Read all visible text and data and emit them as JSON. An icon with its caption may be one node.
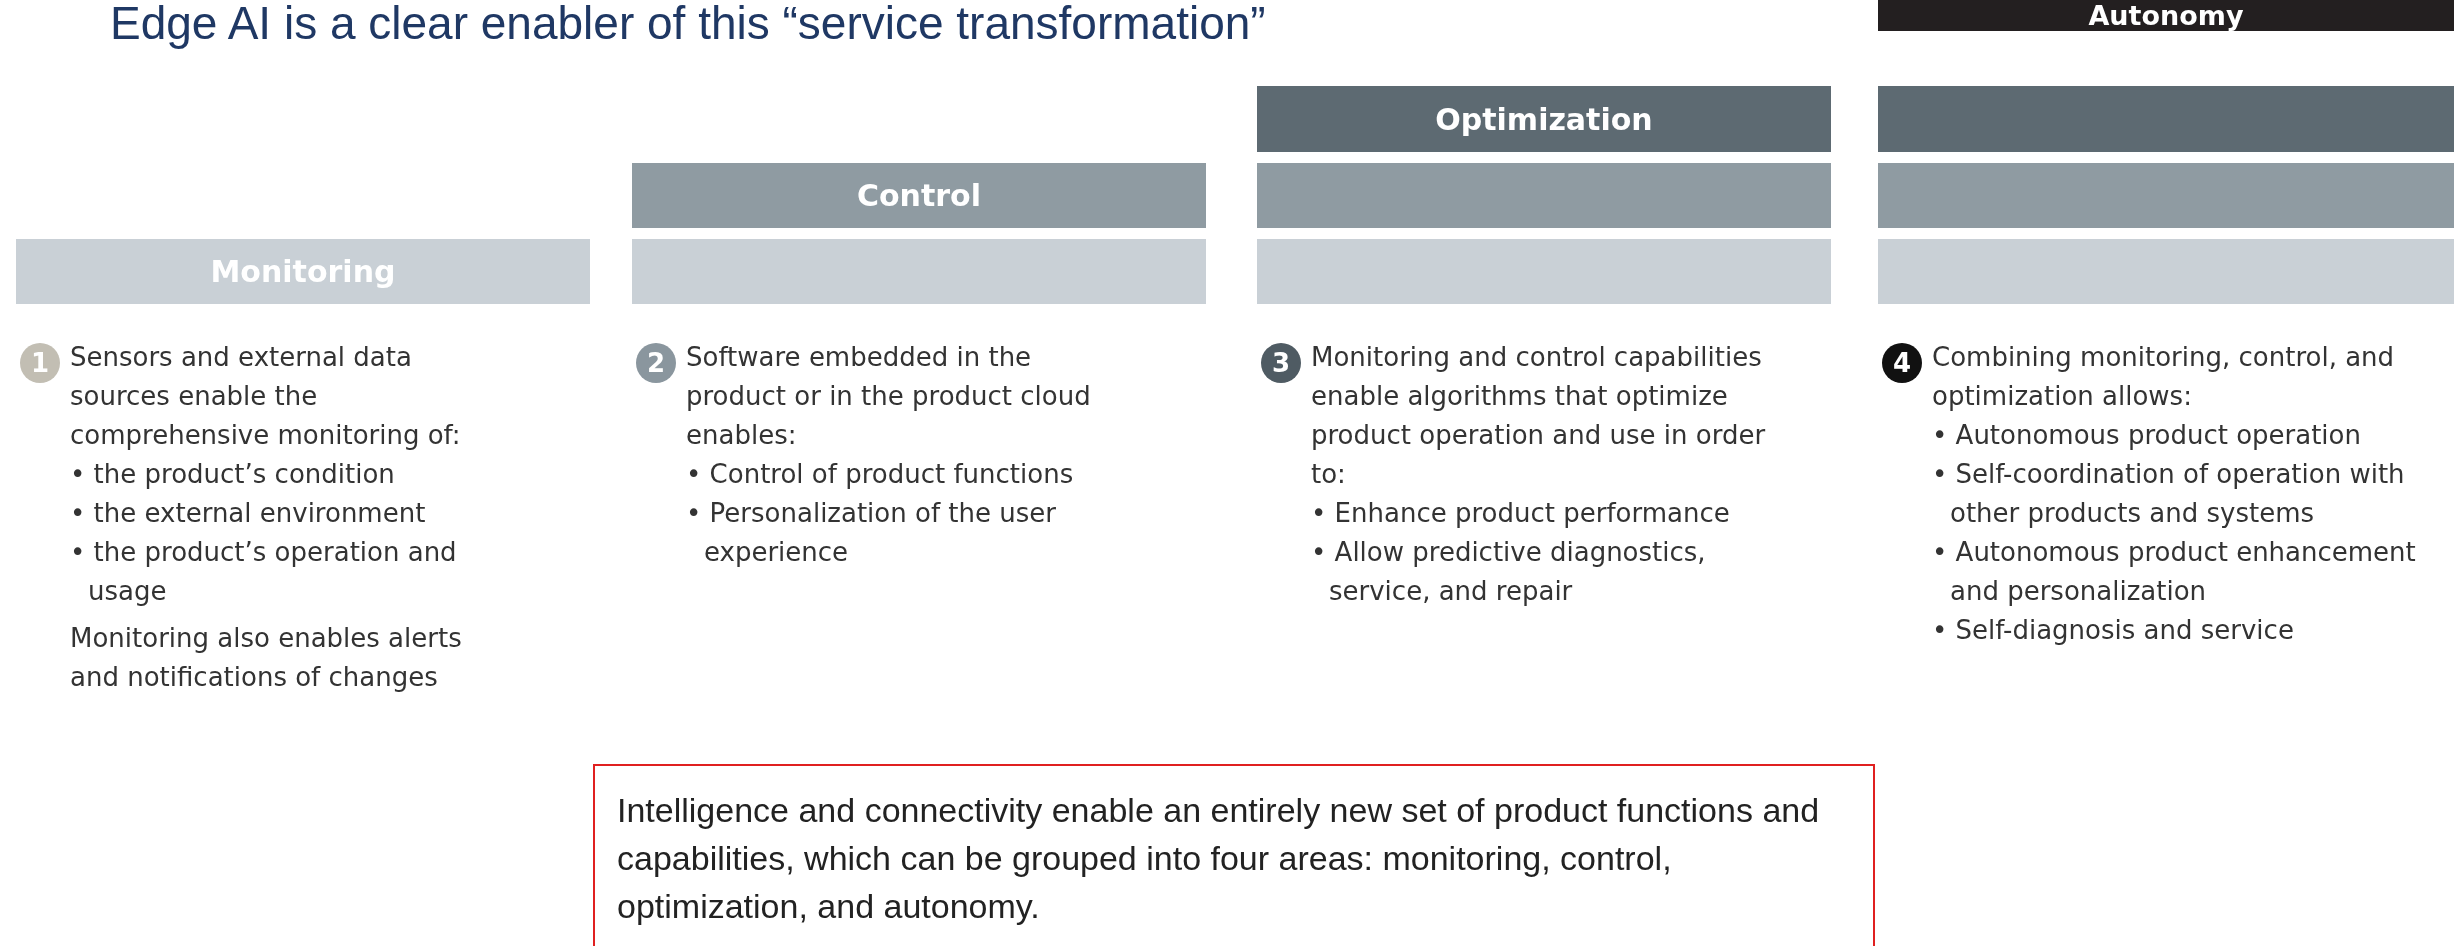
{
  "diagram": {
    "title": "Edge AI is a clear enabler of this “service transformation”",
    "nodes": [
      {
        "text": [
          "Monitoring"
        ]
      },
      {
        "text": [
          "1"
        ]
      },
      {
        "text": [
          "Control"
        ]
      },
      {
        "text": [],
        "shape": "bar"
      },
      {
        "text": [
          "2"
        ]
      },
      {
        "text": [
          "Optimization"
        ]
      },
      {
        "text": [],
        "shape": "bar"
      },
      {
        "text": [],
        "shape": "bar"
      },
      {
        "text": [
          "3"
        ]
      },
      {
        "text": [
          "Autonomy"
        ]
      },
      {
        "text": [],
        "shape": "bar"
      },
      {
        "text": [],
        "shape": "bar"
      },
      {
        "text": [],
        "shape": "bar"
      },
      {
        "text": [
          "4"
        ]
      },
      {
        "text": [
          "Intelligence and connectivity enable an entirely new set of product functions and capabilities, which can be grouped into four areas: monitoring, control, optimization, and autonomy."
        ]
      }
    ],
    "edges": [],
    "labels": [
      "Sensors and external data sources enable the comprehensive monitoring of:",
      "• the product’s condition",
      "• the external environment",
      "• the product’s operation and usage",
      "Monitoring also enables alerts and notifications of changes",
      "Software embedded in the product or in the product cloud enables:",
      "• Control of product functions",
      "• Personalization of the user experience",
      "Monitoring and control capabilities enable algorithms that optimize product operation and use in order to:",
      "• Enhance product performance",
      "• Allow predictive diagnostics, service, and repair",
      "Combining monitoring, control, and optimization allows:",
      "• Autonomous product operation",
      "• Self-coordination of operation with other products and systems",
      "• Autonomous product enhancement and personalization",
      "• Self-diagnosis and service"
    ]
  }
}
